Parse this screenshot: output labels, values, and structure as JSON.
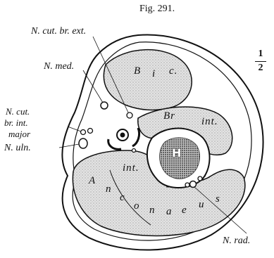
{
  "figure": {
    "title": "Fig. 291.",
    "scale_numerator": "1",
    "scale_denominator": "2"
  },
  "labels": {
    "n_cut_br_ext": "N. cut. br. ext.",
    "n_med": "N. med.",
    "n_cut_line1": "N. cut.",
    "n_cut_line2": "br. int.",
    "n_cut_line3": "major",
    "n_uln": "N. uln.",
    "n_rad": "N. rad."
  },
  "muscles": {
    "biceps_letters": [
      "B",
      "i",
      "c."
    ],
    "brachialis_letters": [
      "Br",
      "int."
    ],
    "anconaeus_int": "int.",
    "anconaeus_letters": [
      "A",
      "n",
      "c",
      "o",
      "n",
      "a",
      "e",
      "u",
      "s"
    ],
    "humerus": "H"
  },
  "colors": {
    "ink": "#111111",
    "muscle_fill": "#d9d9d9",
    "bone_shading": "#3a3a3a",
    "background": "#ffffff"
  }
}
